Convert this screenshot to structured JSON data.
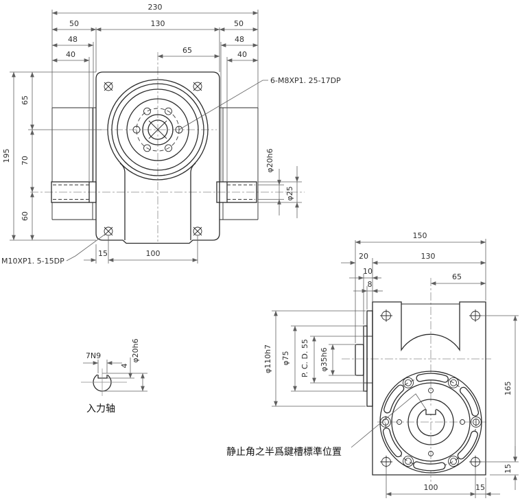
{
  "front": {
    "w_total": "230",
    "w_side_l": "50",
    "w_mid": "130",
    "w_side_r": "50",
    "w48_l": "48",
    "w48_r": "48",
    "w40_l": "40",
    "w40_r": "40",
    "w65_half": "65",
    "h_total": "195",
    "h_65": "65",
    "h_70": "70",
    "h_60": "60",
    "shaft_dia": "φ20h6",
    "collar_dia": "φ25",
    "base_offset": "15",
    "base_span": "100",
    "tap_label": "6-M8XP1. 25-17DP",
    "base_tap_label": "M10XP1. 5-15DP"
  },
  "side": {
    "d_total": "150",
    "d_flange": "20",
    "d_body": "130",
    "d_pilot": "10",
    "d_plate": "8",
    "d_center": "65",
    "pilot_dia": "φ110h7",
    "boss_dia": "φ75",
    "pcd": "P. C. D. 55",
    "bore_dia": "φ35h6",
    "v_span": "165",
    "v_base": "15",
    "b_span": "100",
    "b_edge": "15",
    "keyway_note": "静止角之半爲鍵槽標準位置"
  },
  "section": {
    "keyway_width": "7N9",
    "keyway_depth": "4",
    "shaft_dia": "φ20h6",
    "title": "入力轴"
  }
}
